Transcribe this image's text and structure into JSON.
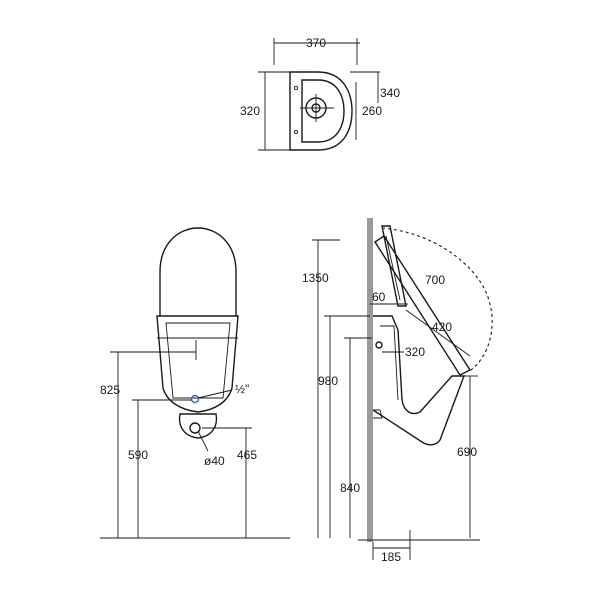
{
  "top_view": {
    "width": "370",
    "depth": "320",
    "depth_outer": "340",
    "depth_inner": "260"
  },
  "front_view": {
    "total_height": "825",
    "outlet_height": "590",
    "inlet_height": "465",
    "inlet_label": "½\"",
    "outlet_diameter": "ø40"
  },
  "side_view": {
    "total_height": "1350",
    "sensor_height": "980",
    "rim_height": "840",
    "lid_radius": "700",
    "lid_depth": "420",
    "offset_top": "60",
    "offset_mid": "320",
    "front_height": "690",
    "wall_projection": "185"
  },
  "colors": {
    "line": "#1a1a1a",
    "wall": "#9a9a9a",
    "accent": "#3b6fb6"
  }
}
